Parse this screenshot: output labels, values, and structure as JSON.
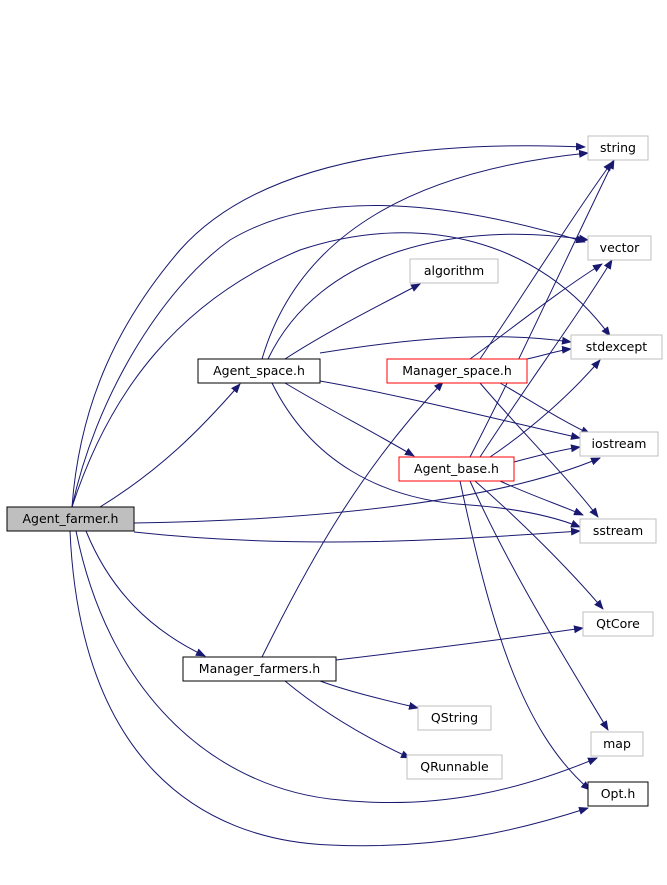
{
  "graph": {
    "colors": {
      "edge": "#191970",
      "focus_fill": "#bfbfbf",
      "truncated_border": "#ff0000",
      "normal_border": "#000000",
      "external_border": "#bfbfbf"
    },
    "nodes": {
      "agent_farmer": "Agent_farmer.h",
      "agent_space": "Agent_space.h",
      "manager_space": "Manager_space.h",
      "agent_base": "Agent_base.h",
      "manager_farmers": "Manager_farmers.h",
      "algorithm": "algorithm",
      "string": "string",
      "vector": "vector",
      "stdexcept": "stdexcept",
      "iostream": "iostream",
      "sstream": "sstream",
      "qtcore": "QtCore",
      "qstring": "QString",
      "qrunnable": "QRunnable",
      "map": "map",
      "opt": "Opt.h"
    }
  }
}
